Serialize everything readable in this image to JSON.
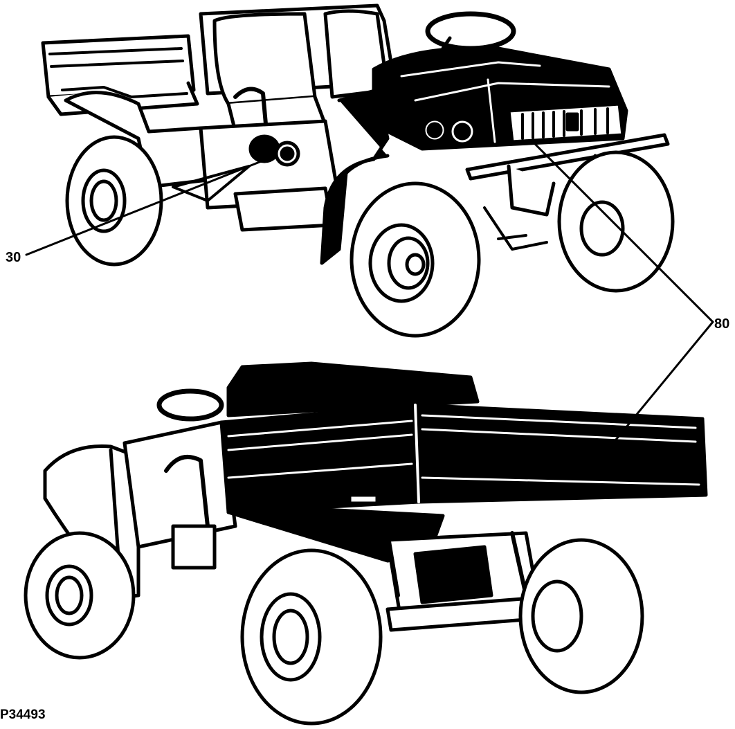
{
  "callouts": {
    "label_30": "30",
    "label_80": "80"
  },
  "figure_id": "P34493",
  "colors": {
    "ink": "#000000",
    "paper": "#ffffff"
  }
}
